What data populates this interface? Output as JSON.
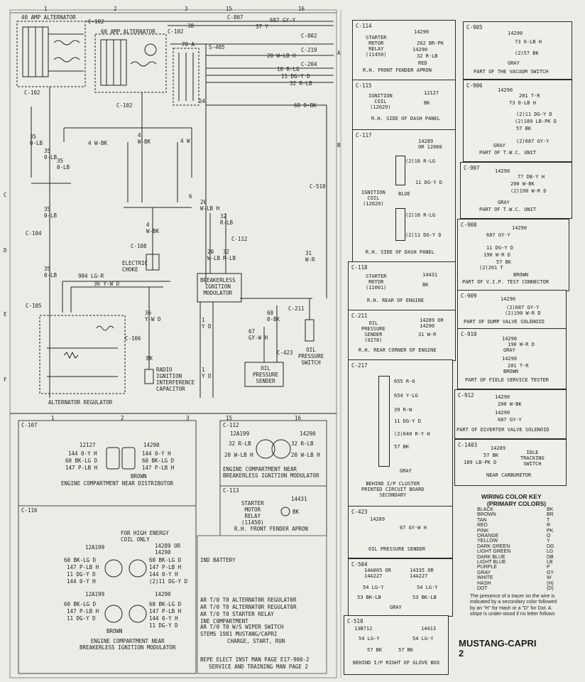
{
  "grid": {
    "top": [
      "1",
      "2",
      "3",
      "15",
      "16"
    ],
    "side": [
      "A",
      "B",
      "C",
      "D",
      "E",
      "F"
    ],
    "mid": [
      "1",
      "2",
      "3",
      "15",
      "16"
    ]
  },
  "left": {
    "alt40": "40 AMP ALTERNATOR",
    "alt60": "60 AMP ALTERNATOR",
    "c102_a": "C-102",
    "c102_b": "C-102",
    "c102_c": "C-102",
    "c102_d": "C-102",
    "c807": "C-807",
    "c802": "C-802",
    "w687": "687 GY-Y",
    "w37": "37 Y",
    "n38": "38",
    "n70": "70 A",
    "s405": "S-405",
    "c219": "C-219",
    "c204": "C-204",
    "w20": "20 W-LB H",
    "w16": "16 R-LG",
    "w11": "11 DG-Y D",
    "w32": "32 R-LB",
    "w68": "68 0-BK",
    "n54": "54",
    "w35a": "35\n0-LB",
    "w35b": "35\n0-LB",
    "w35c": "35\n0-LB",
    "w35d": "35\n0-LB",
    "w35e": "35\n0-LB",
    "w4wbk_a": "4 W-BK",
    "w4wbk_b": "4\nW-BK",
    "w4w": "4 W",
    "c104": "C-104",
    "c108": "C-108",
    "c105": "C-105",
    "c106": "C-106",
    "c510": "C-510",
    "c112": "C-112",
    "c211": "C-211",
    "c423": "C-423",
    "w904": "904 LG-R",
    "w36a": "36 Y-W D",
    "w36b": "36\nY-W D",
    "w4wbk_c": "4\nW-BK",
    "w20wlb": "20\nW-LB H",
    "w32rlb": "32\nR-LB",
    "w20b": "20\nW-LB",
    "w32b": "32\nR-LB",
    "choke": "ELECTRIC\nCHOKE",
    "module": "BREAKERLESS\nIGNITION\nMODULATOR",
    "w31": "31\nW-R",
    "w1y": "1\nY D",
    "w1y2": "1\nY D",
    "w6": "6",
    "w68b": "68\n0-BK",
    "w67": "67\nGY-W H",
    "oilswitch": "OIL\nPRESSURE\nSWITCH",
    "oilsender": "OIL\nPRESSURE\nSENDER",
    "bk": "BK",
    "radio": "RADIO\nIGNITION\nINTERFERENCE\nCAPACITOR",
    "regulator": "ALTERNATOR REGULATOR"
  },
  "c107": {
    "id": "C-107",
    "p1": "12127",
    "p2": "14290",
    "l1": "144 0-Y H",
    "l2": "60 BK-LG D",
    "l3": "147 P-LB H",
    "r1": "144 0-Y H",
    "r2": "60 BK-LG D",
    "r3": "147 P-LB H",
    "brown": "BROWN",
    "caption": "ENGINE COMPARTMENT NEAR DISTRIBUTOR"
  },
  "c112": {
    "id": "C-112",
    "p1": "12A199",
    "p2": "14290",
    "l1": "32 R-LB",
    "l2": "20 W-LB H",
    "r1": "32 R-LB",
    "r2": "20 W-LB H",
    "caption": "ENGINE COMPARTMENT NEAR\nBREAKERLESS IGNITION MODULATOR"
  },
  "c113": {
    "id": "C-113",
    "part": "14431",
    "name": "STARTER\nMOTOR\nRELAY\n(11450)",
    "wire": "BK",
    "caption": "R.H. FRONT FENDER APRON"
  },
  "c116": {
    "id": "C-116",
    "note": "FOR HIGH ENERGY\nCOIL ONLY",
    "p1": "12A199",
    "p2": "14289 OR\n14290",
    "a1": "60 BK-LG D",
    "a2": "147 P-LB H",
    "a3": "11 DG-Y D",
    "a4": "144 0-Y H",
    "b1": "60 BK-LG D",
    "b2": "147 P-LB H",
    "b3": "144 0-Y H",
    "b4": "(2)11 DG-Y D",
    "p3": "12A199",
    "p4": "14290",
    "c1": "60 BK-LG D",
    "c2": "147 P-LB H",
    "c3": "11 DG-Y D",
    "d1": "60 BK-LG D",
    "d2": "147 P-LB H",
    "d3": "144 0-Y H",
    "d4": "11 DG-Y D",
    "brown": "BROWN",
    "caption": "ENGINE COMPARTMENT NEAR\nBREAKERLESS IGNITION MODULATOR"
  },
  "legend": {
    "l1": "IND BATTERY",
    "l2": "AR T/0 T0 ALTERNAT0R REGULAT0R",
    "l3": "AR T/0 T0 ALTERNAT0R REGULAT0R",
    "l4": "AR T/0 T0 STARTER RELAY",
    "l5": "INE C0MPARTMENT",
    "l6": "AR T/0 T0 W/S WIPER SWITCH",
    "l7": "STEMS 1981 MUSTANG/CAPRI",
    "l8": "CHARGE, START, RUN",
    "l9": "BEPE ELECT INST MAN PAGE E17-900-2",
    "l10": "SERVICE AND TRAINING MAN PAGE 2"
  },
  "c114": {
    "id": "C-114",
    "part": "14290",
    "name": "STARTER\nMOTOR\nRELAY\n(11450)",
    "w1": "262 BR-PK",
    "w2": "14290",
    "w3": "32 R-LB",
    "red": "RED",
    "caption": "R.H. FRONT FENDER APRON"
  },
  "c115": {
    "id": "C-115",
    "part": "12127",
    "name": "IGNITION\nCOIL\n(12029)",
    "wire": "BK",
    "caption": "R.H. SIDE OF DASH PANEL"
  },
  "c117": {
    "id": "C-117",
    "part": "14289\nOR 12060",
    "w1": "(2)16 R-LG",
    "w2": "11 DG-Y D",
    "blue": "BLUE",
    "name": "IGNITION\nCOIL\n(12029)",
    "w3": "(2)16 R-LG",
    "w4": "(2)11 DG-Y D",
    "caption": "R.H. SIDE OF DASH PANEL"
  },
  "c118": {
    "id": "C-118",
    "part": "14431",
    "name": "STARTER\nMOTOR\n(11001)",
    "wire": "BK",
    "caption": "R.H. REAR OF ENGINE"
  },
  "c211": {
    "id": "C-211",
    "part": "14289 OR\n14290",
    "name": "OIL\nPRESSURE\nSENDER\n(9278)",
    "wire": "31 W-R",
    "caption": "R.H. REAR CORNER OF ENGINE"
  },
  "c217": {
    "id": "C-217",
    "w1": "655 R-0",
    "w2": "654 Y-LG",
    "w3": "39 R-W",
    "w4": "11 DG-Y D",
    "w5": "(2)640 R-Y H",
    "w6": "57 BK",
    "gray": "GRAY",
    "caption": "BEHIND I/P CLUSTER\nPRINTED CIRCUIT BOARD\nSECONDARY"
  },
  "c423": {
    "id": "C-423",
    "part": "14289",
    "wire": "67 GY-W H",
    "caption": "OIL PRESSURE SENDER"
  },
  "c504": {
    "id": "C-504",
    "p1": "14A005 OR\n14A227",
    "p2": "14335 OR\n14A227",
    "l1": "54 LG-Y",
    "l2": "53 BK-LB",
    "r1": "54 LG-Y",
    "r2": "53 BK-LB",
    "gray": "GRAY"
  },
  "c510": {
    "id": "C-510",
    "p1": "13B712",
    "p2": "14413",
    "l1": "54 LG-Y",
    "r1": "54 LG-Y",
    "l2": "57 BK",
    "r2": "57 BK",
    "caption": "BEHIND I/P RIGHT OF GLOVE BOX"
  },
  "c905": {
    "id": "C-905",
    "part": "14290",
    "w1": "73 0-LB H",
    "w2": "(2)57 BK",
    "gray": "GRAY",
    "caption": "PART OF THE VACUUM SWITCH"
  },
  "c906": {
    "id": "C-906",
    "part": "14290",
    "w1": "201 T-R",
    "w2": "73 0-LB H",
    "w3": "(2)11 DG-Y D",
    "w4": "(2)189 LB-PK D",
    "w5": "57 BK",
    "w6": "(2)687 GY-Y",
    "gray": "GRAY",
    "caption": "PART OF T.W.C. UNIT"
  },
  "c907": {
    "id": "C-907",
    "part": "14290",
    "w1": "77 DB-Y H",
    "w2": "200 W-BK",
    "w3": "(2)190 W-R D",
    "gray": "GRAY",
    "caption": "PART OF T.W.C. UNIT"
  },
  "c908": {
    "id": "C-908",
    "part": "14290",
    "w1": "687 GY-Y",
    "w2": "11 DG-Y D",
    "w3": "190 W-R D",
    "w4": "57 BK",
    "w5": "(2)201 T",
    "brown": "BROWN",
    "caption": "PART OF V.I.P. TEST CONNECTOR"
  },
  "c909": {
    "id": "C-909",
    "part": "14290",
    "w1": "(2)687 GY-Y",
    "w2": "(2)190 W-R D",
    "caption": "PART OF DUMP VALVE SOLENOID"
  },
  "c910": {
    "id": "C-910",
    "p1": "14290",
    "w1": "190 W-R D",
    "gray": "GRAY",
    "p2": "14290",
    "w2": "201 T-R",
    "brown": "BROWN",
    "caption": "PART OF FIELD SERVICE TESTER"
  },
  "c912": {
    "id": "C-912",
    "p1": "14290",
    "w1": "200 W-BK",
    "p2": "14290",
    "w2": "687 GY-Y",
    "caption": "PART OF DIVERTER VALVE SOLENOID"
  },
  "c1403": {
    "id": "C-1403",
    "part": "14289",
    "w1": "57 BK",
    "w2": "189 LB-PK D",
    "name": "IDLE\nTRACKING\nSWITCH",
    "caption": "NEAR CARBURETOR"
  },
  "colorkey": {
    "title": "WIRING COLOR KEY",
    "subtitle": "(PRIMARY COLORS)",
    "rows": [
      [
        "BLACK",
        "BK"
      ],
      [
        "BROWN",
        "BR"
      ],
      [
        "TAN",
        "T"
      ],
      [
        "RED",
        "R"
      ],
      [
        "PINK",
        "PK"
      ],
      [
        "ORANGE",
        "O"
      ],
      [
        "YELLOW",
        "Y"
      ],
      [
        "DARK GREEN",
        "DG"
      ],
      [
        "LIGHT GREEN",
        "LG"
      ],
      [
        "DARK BLUE",
        "DB"
      ],
      [
        "LIGHT BLUE",
        "LB"
      ],
      [
        "PURPLE",
        "P"
      ],
      [
        "GRAY",
        "GY"
      ],
      [
        "WHITE",
        "W"
      ],
      [
        "HASH",
        "(H)"
      ],
      [
        "DOT",
        "(D)"
      ]
    ],
    "note": "The presence of a tracer on the wire is indicated by a secondary color followed by an \"H\" for Hash or a \"D\" for Dot. A stripe is under-stood if no letter follows"
  },
  "model": {
    "name": "MUSTANG-CAPRI",
    "page": "2"
  }
}
